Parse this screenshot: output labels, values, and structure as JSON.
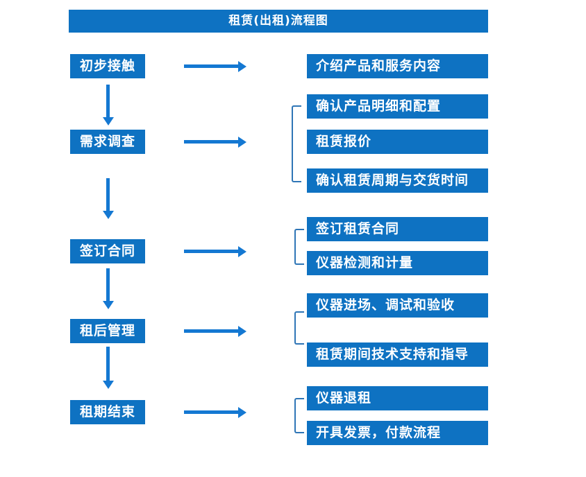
{
  "title": "租赁(出租)流程图",
  "colors": {
    "box_blue": "#0E72C2",
    "arrow_blue": "#1478D2",
    "bracket_blue": "#2E75B6",
    "text_white": "#FFFFFF",
    "background": "#FFFFFF"
  },
  "steps": [
    {
      "label": "初步接触",
      "details": [
        "介绍产品和服务内容"
      ]
    },
    {
      "label": "需求调查",
      "details": [
        "确认产品明细和配置",
        "租赁报价",
        "确认租赁周期与交货时间"
      ]
    },
    {
      "label": "签订合同",
      "details": [
        "签订租赁合同",
        "仪器检测和计量"
      ]
    },
    {
      "label": "租后管理",
      "details": [
        "仪器进场、调试和验收",
        "租赁期间技术支持和指导"
      ]
    },
    {
      "label": "租期结束",
      "details": [
        "仪器退租",
        "开具发票，付款流程"
      ]
    }
  ]
}
